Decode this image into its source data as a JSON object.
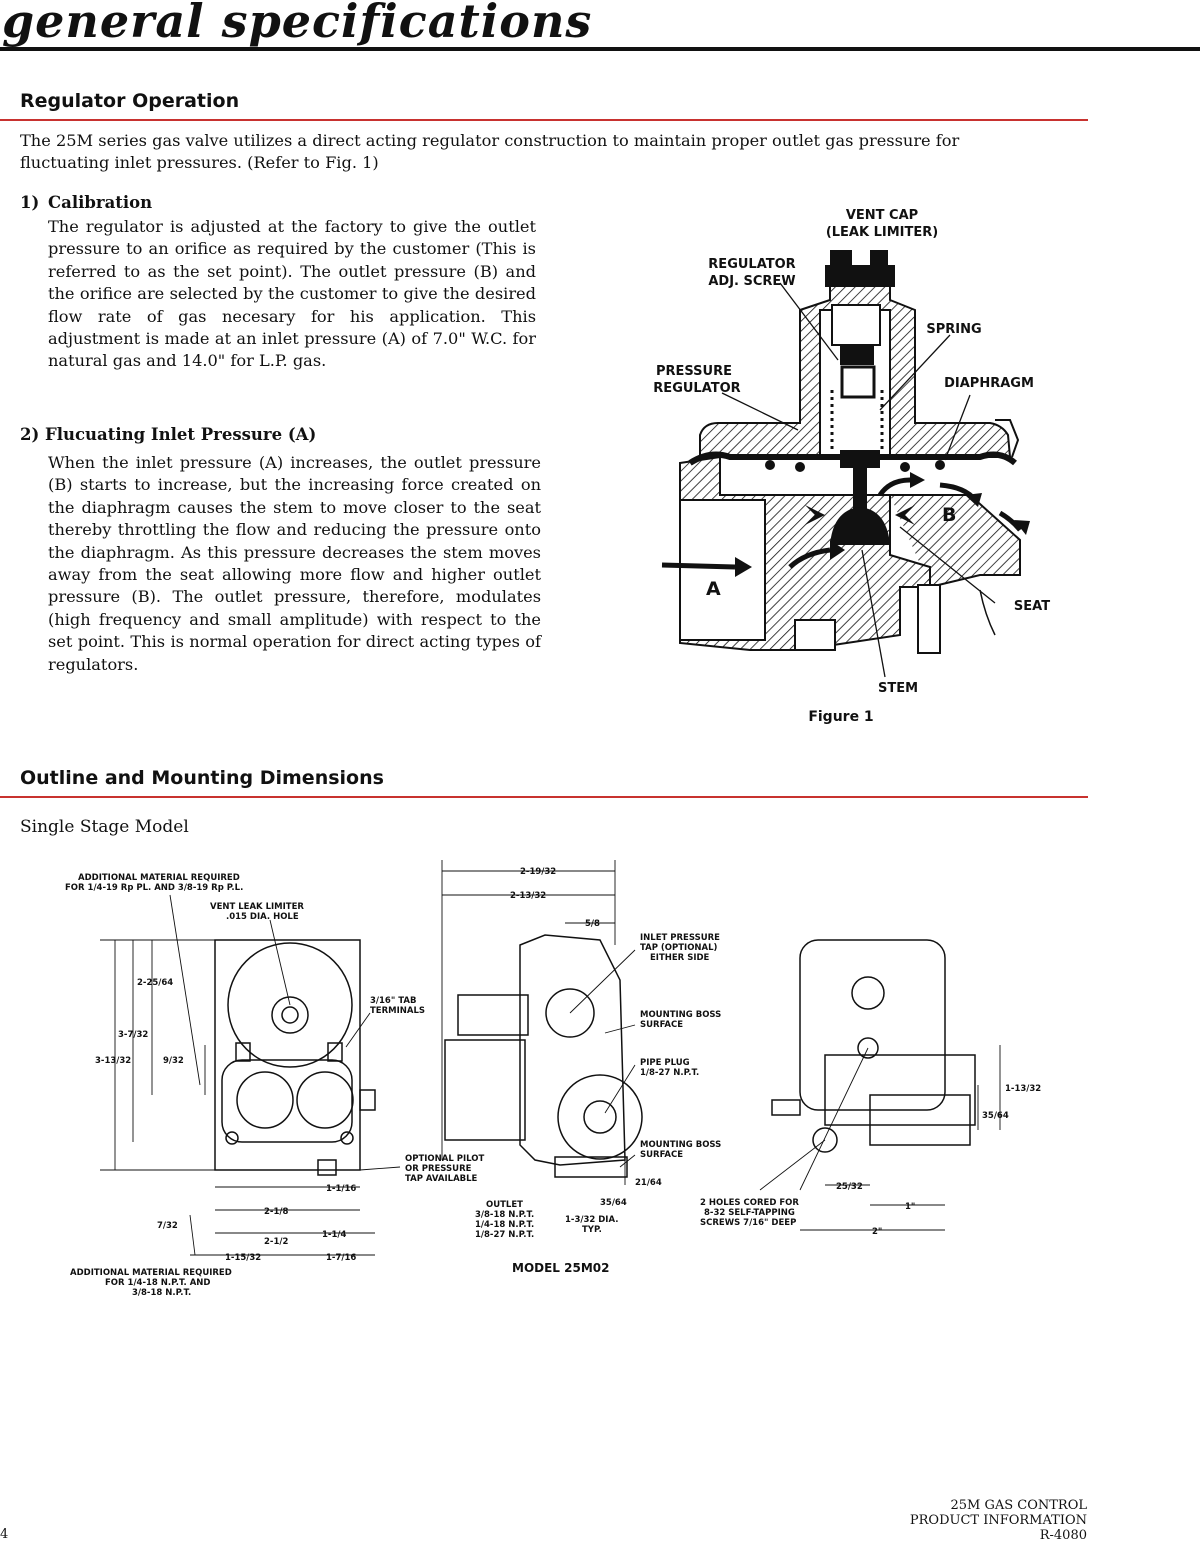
{
  "header": {
    "title": "general specifications"
  },
  "section1": {
    "heading": "Regulator Operation",
    "intro": "The 25M series gas valve utilizes a direct acting regulator construction to maintain proper outlet gas pressure for fluctuating inlet pressures. (Refer to Fig. 1)",
    "item1": {
      "number": "1)",
      "title": "Calibration",
      "text": "The regulator is adjusted at the factory to give the outlet pressure to an orifice as required by the customer (This is referred to as the set point). The outlet pressure (B) and the orifice are selected by the customer to give the desired flow rate of gas necesary for his application. This adjustment is made at an inlet pressure (A) of 7.0\" W.C. for natural gas and 14.0\" for L.P. gas."
    },
    "item2": {
      "title": "2) Flucuating Inlet Pressure (A)",
      "text": "When the inlet pressure (A) increases, the outlet pressure (B) starts to increase, but the increasing force created on the diaphragm causes the stem to move closer to the seat thereby throttling the flow and reducing the pressure onto the diaphragm. As this pressure decreases the stem moves away from the seat allowing more flow and higher outlet pressure (B). The outlet pressure, therefore, modulates (high frequency and small amplitude) with respect to the set point. This is normal operation for direct acting types of regulators."
    },
    "figure": {
      "caption": "Figure 1",
      "labels": {
        "vent_cap_1": "VENT CAP",
        "vent_cap_2": "(LEAK LIMITER)",
        "reg_adj_1": "REGULATOR",
        "reg_adj_2": "ADJ. SCREW",
        "spring": "SPRING",
        "pressure_reg_1": "PRESSURE",
        "pressure_reg_2": "REGULATOR",
        "diaphragm": "DIAPHRAGM",
        "a": "A",
        "b": "B",
        "seat": "SEAT",
        "stem": "STEM"
      }
    }
  },
  "section2": {
    "heading": "Outline and Mounting Dimensions",
    "subheading": "Single Stage Model",
    "drawing": {
      "model": "MODEL 25M02",
      "notes": {
        "add_mat_top_1": "ADDITIONAL MATERIAL REQUIRED",
        "add_mat_top_2": "FOR 1/4-19 Rp PL. AND 3/8-19 Rp P.L.",
        "vent_leak_1": "VENT LEAK LIMITER",
        "vent_leak_2": ".015 DIA. HOLE",
        "tab_term_1": "3/16\" TAB",
        "tab_term_2": "TERMINALS",
        "opt_pilot_1": "OPTIONAL PILOT",
        "opt_pilot_2": "OR PRESSURE",
        "opt_pilot_3": "TAP AVAILABLE",
        "add_mat_bot_1": "ADDITIONAL MATERIAL REQUIRED",
        "add_mat_bot_2": "FOR 1/4-18 N.P.T. AND",
        "add_mat_bot_3": "3/8-18 N.P.T.",
        "inlet_tap_1": "INLET PRESSURE",
        "inlet_tap_2": "TAP (OPTIONAL)",
        "inlet_tap_3": "EITHER SIDE",
        "boss1_1": "MOUNTING BOSS",
        "boss1_2": "SURFACE",
        "plug_1": "PIPE PLUG",
        "plug_2": "1/8-27 N.P.T.",
        "boss2_1": "MOUNTING BOSS",
        "boss2_2": "SURFACE",
        "outlet_1": "OUTLET",
        "outlet_2": "3/8-18 N.P.T.",
        "outlet_3": "1/4-18 N.P.T.",
        "outlet_4": "1/8-27 N.P.T.",
        "dia_1": "1-3/32 DIA.",
        "dia_2": "TYP.",
        "holes_1": "2 HOLES CORED FOR",
        "holes_2": "8-32 SELF-TAPPING",
        "holes_3": "SCREWS 7/16\" DEEP"
      },
      "dims": {
        "d_2_25_64": "2-25/64",
        "d_3_7_32": "3-7/32",
        "d_3_13_32": "3-13/32",
        "d_9_32": "9/32",
        "d_1_1_16": "1-1/16",
        "d_2_1_8": "2-1/8",
        "d_1_1_4": "1-1/4",
        "d_7_32": "7/32",
        "d_2_1_2": "2-1/2",
        "d_1_15_32": "1-15/32",
        "d_1_7_16": "1-7/16",
        "d_2_19_32": "2-19/32",
        "d_2_13_32": "2-13/32",
        "d_5_8": "5/8",
        "d_21_64": "21/64",
        "d_35_64a": "35/64",
        "d_1_13_32": "1-13/32",
        "d_35_64b": "35/64",
        "d_25_32": "25/32",
        "d_1in": "1\"",
        "d_2in": "2\""
      }
    }
  },
  "footer": {
    "page_number": "4",
    "line1": "25M GAS CONTROL",
    "line2": "PRODUCT INFORMATION",
    "line3": "R-4080"
  }
}
